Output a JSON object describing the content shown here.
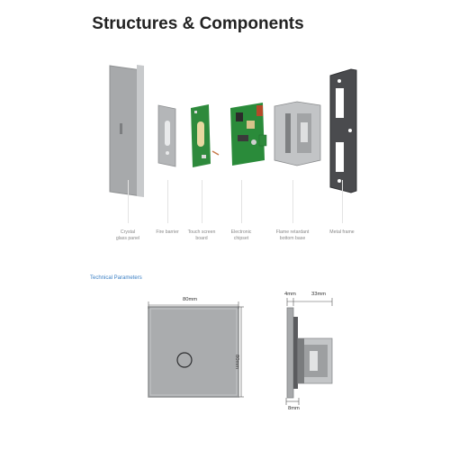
{
  "title": "Structures & Components",
  "components": [
    {
      "label": "Crystal\nglass panel"
    },
    {
      "label": "Fire barrier"
    },
    {
      "label": "Touch screen\nboard"
    },
    {
      "label": "Electronic\nchipset"
    },
    {
      "label": "Flame retardant\nbottom base"
    },
    {
      "label": "Metal frame"
    }
  ],
  "technical": {
    "title": "Technical Parameters",
    "width_label": "80mm",
    "height_label": "80mm",
    "side_top_left": "4mm",
    "side_top_right": "33mm",
    "side_bottom": "8mm"
  },
  "colors": {
    "panel_gray": "#a9abad",
    "frame_dark": "#444548",
    "pcb_green": "#2e8a3c",
    "accent_blue": "#3a7fc4"
  }
}
